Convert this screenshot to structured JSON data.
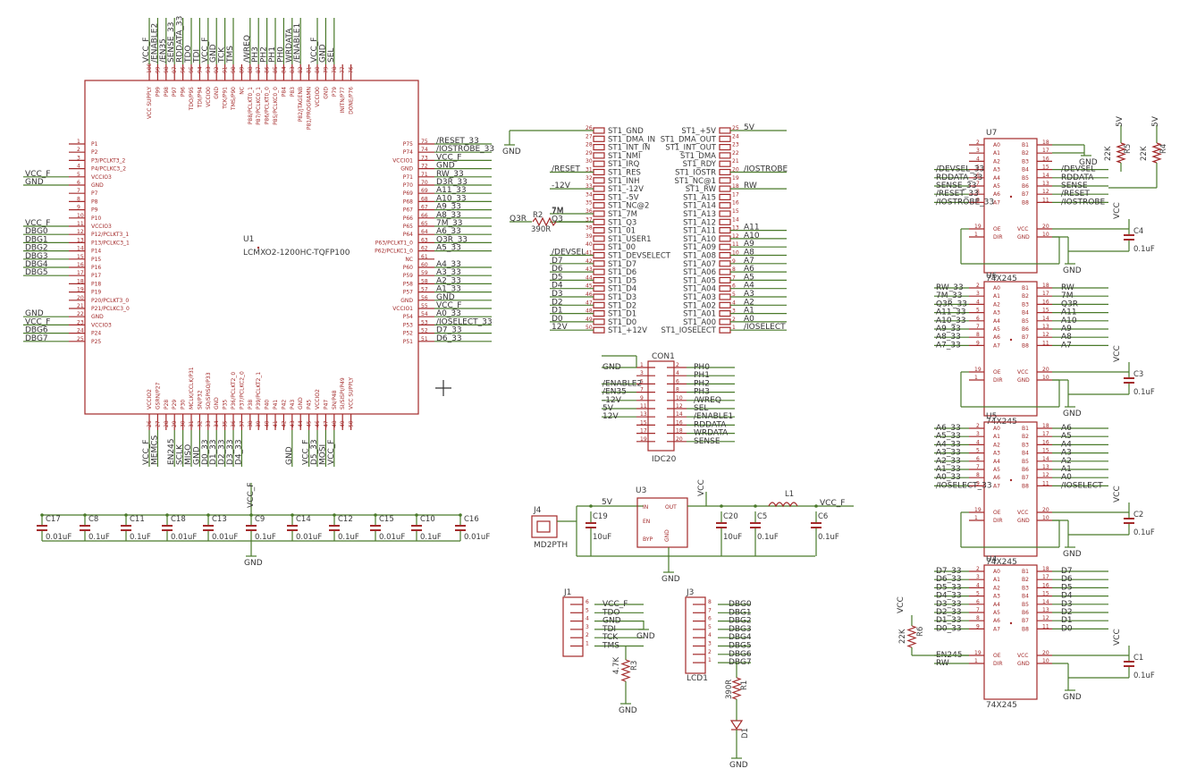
{
  "u1": {
    "ref": "U1",
    "value": "LCMXO2-1200HC-TQFP100",
    "left_pins": [
      "P1",
      "P2",
      "P3/PCLKT3_2",
      "P4/PCLKC3_2",
      "VCCIO3",
      "GND",
      "P7",
      "P8",
      "P9",
      "P10",
      "VCCIO3",
      "P12/PCLKT3_1",
      "P13/PCLKC3_1",
      "P14",
      "P15",
      "P16",
      "P17",
      "P18",
      "P19",
      "P20/PCLKT3_0",
      "P21/PCLKC3_0",
      "GND",
      "VCCIO3",
      "P24",
      "P25"
    ],
    "left_nets": [
      "",
      "",
      "",
      "",
      "VCC_F",
      "GND",
      "",
      "",
      "",
      "",
      "VCC_F",
      "DBG0",
      "DBG1",
      "DBG2",
      "DBG3",
      "DBG4",
      "DBG5",
      "",
      "",
      "",
      "",
      "GND",
      "VCC_F",
      "DBG6",
      "DBG7"
    ],
    "right_pins": [
      "P75",
      "P74",
      "VCCIO1",
      "GND",
      "P71",
      "P70",
      "P69",
      "P68",
      "P67",
      "P66",
      "P65",
      "P64",
      "P63/PCLKT1_0",
      "P62/PCLKC1_0",
      "NC",
      "P60",
      "P59",
      "P58",
      "P57",
      "GND",
      "VCCIO1",
      "P54",
      "P53",
      "P52",
      "P51"
    ],
    "right_nets": [
      "/RESET_33",
      "/IOSTROBE_33",
      "VCC_F",
      "GND",
      "RW_33",
      "D3R_33",
      "A11_33",
      "A10_33",
      "A9_33",
      "A8_33",
      "7M_33",
      "A6_33",
      "Q3R_33",
      "A5_33",
      "",
      "A4_33",
      "A3_33",
      "A2_33",
      "A1_33",
      "GND",
      "VCC_F",
      "A0_33",
      "/IOSELECT_33",
      "D7_33",
      "D6_33"
    ],
    "top_pins": [
      "VCC SUPPLY",
      "P99",
      "P98",
      "P97",
      "P96",
      "TDO/P95",
      "TDI/P94",
      "VCCIO0",
      "GND",
      "TCK/P91",
      "TMS/P90",
      "NC",
      "P88/PCLKT0_1",
      "P87/PCLKC0_1",
      "P86/PCLKT0_0",
      "P85/PCLKC0_0",
      "P84",
      "P83",
      "P82/JTAGENB",
      "P81/PROGRAMN",
      "VCCIO0",
      "GND",
      "P79",
      "INITN/P77",
      "DONE/P76"
    ],
    "top_nets": [
      "VCC_F",
      "/ENABLE2",
      "/EN35",
      "SENSE_33",
      "RDDATA_33",
      "TDO",
      "TDI",
      "VCC_F",
      "GND",
      "TCK",
      "TMS",
      "",
      "/WREQ",
      "PH3",
      "PH2",
      "PH1",
      "PH0",
      "WRDATA",
      "/ENABLE1",
      "",
      "VCC_F",
      "GND",
      "SEL",
      "",
      ""
    ],
    "bottom_pins": [
      "VCCIO2",
      "GSRN/P27",
      "P28",
      "P29",
      "P30",
      "MCLK/CCLK/P31",
      "SN/P32",
      "SO/SPISO/P33",
      "GND",
      "P35",
      "P36/PCLKT2_0",
      "P37/PCLKC2_0",
      "P38",
      "P39/PCLKT2_1",
      "P40",
      "P41",
      "P42",
      "P43",
      "GND",
      "P45",
      "VCCIO2",
      "P47",
      "SN/P48",
      "SI/SISPI/P49",
      "VCC SUPPLY"
    ],
    "bottom_nets": [
      "VCC_F",
      "MEMCS",
      "",
      "EN245",
      "SCLK",
      "MISO",
      "GND",
      "D0_33",
      "D1_33",
      "D2_33",
      "D3_33",
      "D4_33",
      "",
      "",
      "",
      "",
      "",
      "GND",
      "",
      "VCC_F",
      "D5_33",
      "MOSI",
      "VCC_F",
      "",
      ""
    ]
  },
  "decoupling": {
    "refs": [
      "C17",
      "C8",
      "C11",
      "C18",
      "C13",
      "C9",
      "C14",
      "C12",
      "C15",
      "C10",
      "C16"
    ],
    "values": [
      "0.01uF",
      "0.1uF",
      "0.1uF",
      "0.01uF",
      "0.01uF",
      "0.1uF",
      "0.01uF",
      "0.1uF",
      "0.01uF",
      "0.1uF",
      "0.01uF"
    ],
    "vcc": "VCC_F",
    "gnd": "GND"
  },
  "slot": {
    "ref_left": [
      "ST1_GND",
      "ST1_DMA_IN",
      "ST1_INT_IN",
      "ST1_NMI",
      "ST1_IRQ",
      "ST1_RES",
      "ST1_INH",
      "ST1_-12V",
      "ST1_-5V",
      "ST1_NC@2",
      "ST1_7M",
      "ST1_Q3",
      "ST1_01",
      "ST1_USER1",
      "ST1_00",
      "ST1_DEVSELECT",
      "ST1_D7",
      "ST1_D6",
      "ST1_D5",
      "ST1_D4",
      "ST1_D3",
      "ST1_D2",
      "ST1_D1",
      "ST1_D0",
      "ST1_+12V"
    ],
    "ref_left_nums": [
      "26",
      "27",
      "28",
      "29",
      "30",
      "31",
      "32",
      "33",
      "34",
      "35",
      "36",
      "37",
      "38",
      "39",
      "40",
      "41",
      "42",
      "43",
      "44",
      "45",
      "46",
      "47",
      "48",
      "49",
      "50"
    ],
    "left_nets": [
      "",
      "",
      "",
      "",
      "",
      "/RESET",
      "",
      "-12V",
      "",
      "",
      "7M",
      "Q3",
      "",
      "",
      "",
      "/DEVSEL",
      "D7",
      "D6",
      "D5",
      "D4",
      "D3",
      "D2",
      "D1",
      "D0",
      "12V"
    ],
    "ref_right": [
      "ST1_+5V",
      "ST1_DMA_OUT",
      "ST1_INT_OUT",
      "ST1_DMA",
      "ST1_RDY",
      "ST1_IOSTR",
      "ST1_NC@1",
      "ST1_RW",
      "ST1_A15",
      "ST1_A14",
      "ST1_A13",
      "ST1_A12",
      "ST1_A11",
      "ST1_A10",
      "ST1_A09",
      "ST1_A08",
      "ST1_A07",
      "ST1_A06",
      "ST1_A05",
      "ST1_A04",
      "ST1_A03",
      "ST1_A02",
      "ST1_A01",
      "ST1_A00",
      "ST1_IOSELECT"
    ],
    "ref_right_nums": [
      "25",
      "24",
      "23",
      "22",
      "21",
      "20",
      "19",
      "18",
      "17",
      "16",
      "15",
      "14",
      "13",
      "12",
      "11",
      "10",
      "9",
      "8",
      "7",
      "6",
      "5",
      "4",
      "3",
      "2",
      "1"
    ],
    "right_nets": [
      "5V",
      "",
      "",
      "",
      "",
      "/IOSTROBE",
      "",
      "RW",
      "",
      "",
      "",
      "",
      "A11",
      "A10",
      "A9",
      "A8",
      "A7",
      "A6",
      "A5",
      "A4",
      "A3",
      "A2",
      "A1",
      "A0",
      "/IOSELECT"
    ],
    "gnd": "GND",
    "r2": {
      "ref": "R2",
      "value": "390R",
      "left": "Q3R",
      "top": "7M"
    }
  },
  "con1": {
    "ref": "CON1",
    "value": "IDC20",
    "left_nets": [
      "GND",
      "",
      "/ENABLE2",
      "/EN35",
      "-12V",
      "5V",
      "12V",
      "",
      "",
      ""
    ],
    "odd_pins": [
      "1",
      "3",
      "5",
      "7",
      "9",
      "11",
      "13",
      "15",
      "17",
      "19"
    ],
    "even_pins": [
      "2",
      "4",
      "6",
      "8",
      "10",
      "12",
      "14",
      "16",
      "18",
      "20"
    ],
    "right_nets": [
      "PH0",
      "PH1",
      "PH2",
      "PH3",
      "/WREQ",
      "SEL",
      "/ENABLE1",
      "RDDATA",
      "WRDATA",
      "SENSE"
    ]
  },
  "power": {
    "j4": {
      "ref": "J4",
      "value": "MD2PTH"
    },
    "u3": {
      "ref": "U3",
      "pins": [
        "IN",
        "EN",
        "BYP",
        "OUT",
        "GND"
      ]
    },
    "l1": {
      "ref": "L1"
    },
    "caps": [
      {
        "ref": "C19",
        "value": "10uF"
      },
      {
        "ref": "C20",
        "value": "10uF"
      },
      {
        "ref": "C5",
        "value": "0.1uF"
      },
      {
        "ref": "C6",
        "value": "0.1uF"
      }
    ],
    "vin": "5V",
    "vcc": "VCC",
    "vout": "VCC_F",
    "gnd": "GND"
  },
  "j1": {
    "ref": "J1",
    "pins": [
      "6",
      "5",
      "4",
      "3",
      "2",
      "1"
    ],
    "nets": [
      "VCC_F",
      "TDO",
      "GND",
      "TDI",
      "TCK",
      "TMS"
    ],
    "r3": {
      "ref": "R3",
      "value": "4.7K"
    },
    "gnd": "GND"
  },
  "j3": {
    "ref": "J3",
    "value": "LCD1",
    "pins": [
      "8",
      "7",
      "6",
      "5",
      "4",
      "3",
      "2",
      "1"
    ],
    "nets": [
      "DBG0",
      "DBG1",
      "DBG2",
      "DBG3",
      "DBG4",
      "DBG5",
      "DBG6",
      "DBG7"
    ],
    "r1": {
      "ref": "R1",
      "value": "390R"
    },
    "d1": {
      "ref": "D1"
    },
    "gnd": "GND"
  },
  "buffers": [
    {
      "ref": "U7",
      "value": "74X245",
      "in_nets": [
        "",
        "",
        "",
        "/DEVSEL_33",
        "RDDATA_33",
        "SENSE_33",
        "/RESET_33",
        "/IOSTROBE_33"
      ],
      "out_nets": [
        "",
        "",
        "",
        "/DEVSEL",
        "RDDATA",
        "SENSE",
        "/RESET",
        "/IOSTROBE"
      ],
      "ctl_nets": [
        "",
        ""
      ],
      "cap": {
        "ref": "C4",
        "value": "0.1uF"
      },
      "pullups": [
        {
          "ref": "R5",
          "value": "22K"
        },
        {
          "ref": "R4",
          "value": "22K"
        }
      ],
      "pullup_net": "5V",
      "gnd_top": "GND"
    },
    {
      "ref": "U6",
      "value": "74X245",
      "in_nets": [
        "RW_33",
        "7M_33",
        "Q3R_33",
        "A11_33",
        "A10_33",
        "A9_33",
        "A8_33",
        "A7_33"
      ],
      "out_nets": [
        "RW",
        "7M",
        "Q3R",
        "A11",
        "A10",
        "A9",
        "A8",
        "A7"
      ],
      "ctl_nets": [
        "",
        ""
      ],
      "cap": {
        "ref": "C3",
        "value": "0.1uF"
      }
    },
    {
      "ref": "U5",
      "value": "74X245",
      "in_nets": [
        "A6_33",
        "A5_33",
        "A4_33",
        "A3_33",
        "A2_33",
        "A1_33",
        "A0_33",
        "/IOSELECT_33"
      ],
      "out_nets": [
        "A6",
        "A5",
        "A4",
        "A3",
        "A2",
        "A1",
        "A0",
        "/IOSELECT"
      ],
      "ctl_nets": [
        "",
        ""
      ],
      "cap": {
        "ref": "C2",
        "value": "0.1uF"
      }
    },
    {
      "ref": "U4",
      "value": "74X245",
      "in_nets": [
        "D7_33",
        "D6_33",
        "D5_33",
        "D4_33",
        "D3_33",
        "D2_33",
        "D1_33",
        "D0_33"
      ],
      "out_nets": [
        "D7",
        "D6",
        "D5",
        "D4",
        "D3",
        "D2",
        "D1",
        "D0"
      ],
      "ctl_nets": [
        "EN245",
        "RW"
      ],
      "cap": {
        "ref": "C1",
        "value": "0.1uF"
      },
      "pullup": {
        "ref": "R6",
        "value": "22K"
      }
    }
  ],
  "buffer_pin_labels": {
    "a": [
      "A0",
      "A1",
      "A2",
      "A3",
      "A4",
      "A5",
      "A6",
      "A7"
    ],
    "b": [
      "B1",
      "B2",
      "B3",
      "B4",
      "B5",
      "B6",
      "B7",
      "B8"
    ],
    "a_nums": [
      "2",
      "3",
      "4",
      "5",
      "6",
      "7",
      "8",
      "9"
    ],
    "b_nums": [
      "18",
      "17",
      "16",
      "15",
      "14",
      "13",
      "12",
      "11"
    ],
    "ctl": [
      "OE",
      "DIR"
    ],
    "pwr": [
      "VCC",
      "GND"
    ],
    "ctl_nums": [
      "19",
      "1"
    ],
    "pwr_nums": [
      "20",
      "10"
    ]
  },
  "labels": {
    "vcc": "VCC",
    "gnd": "GND"
  },
  "colors": {
    "wire": "#4a7a2a",
    "part": "#a32a2a",
    "text": "#3a3a3a"
  }
}
